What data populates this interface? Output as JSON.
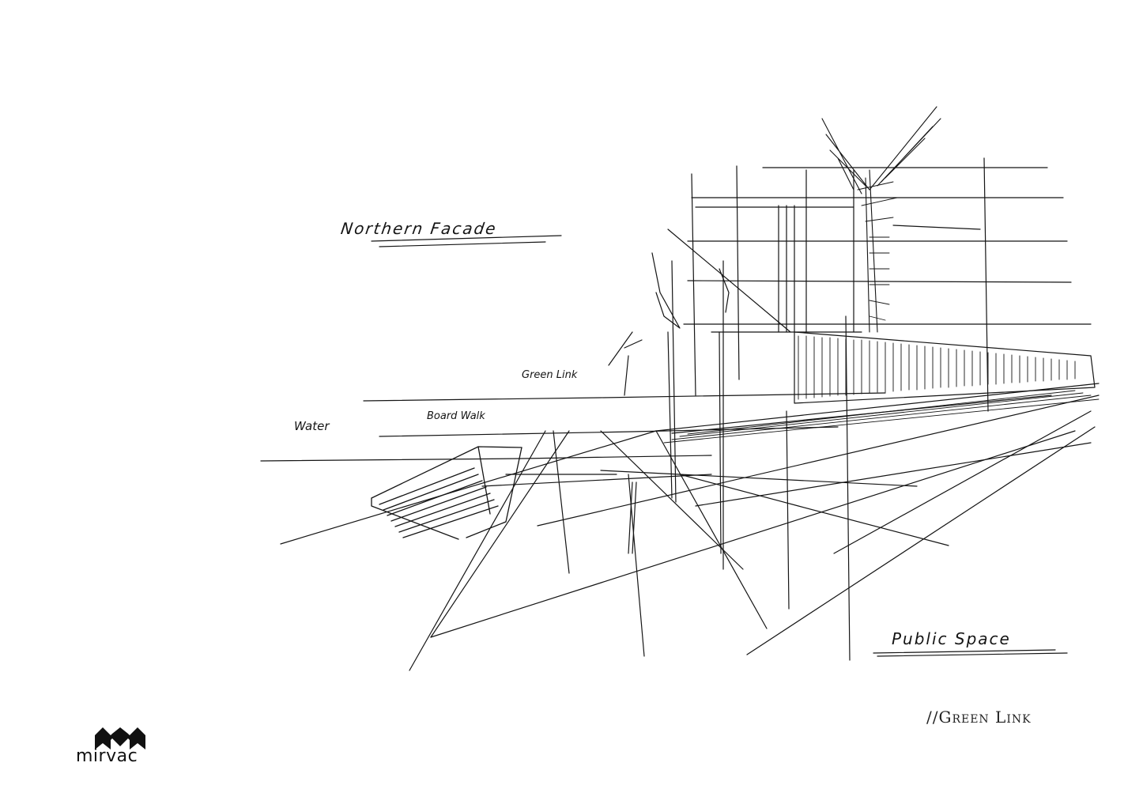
{
  "sketch": {
    "labels": {
      "northern_facade": "Northern Facade",
      "green_link": "Green Link",
      "water": "Water",
      "board_walk": "Board Walk",
      "public_space": "Public Space"
    }
  },
  "caption": {
    "text": "//Green Link"
  },
  "logo": {
    "wordmark": "mirvac",
    "icon": "mirvac-logo-icon"
  },
  "colors": {
    "ink": "#151515",
    "background": "#ffffff"
  }
}
